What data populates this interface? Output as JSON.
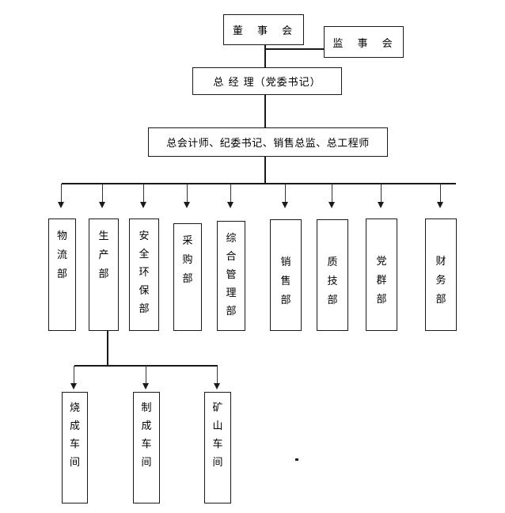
{
  "colors": {
    "line": "#1a1a1a",
    "background": "#ffffff",
    "text": "#000000"
  },
  "nodes": {
    "board": "董 事 会",
    "supervisory": "监 事 会",
    "general_manager": "总 经 理（党委书记）",
    "staff_line": "总会计师、纪委书记、销售总监、总工程师",
    "departments": [
      {
        "name": "物流部",
        "label": "物\n流\n部"
      },
      {
        "name": "生产部",
        "label": "生\n产\n部"
      },
      {
        "name": "安全环保部",
        "label": "安\n全\n环\n保\n部"
      },
      {
        "name": "采购部",
        "label": "采\n购\n部"
      },
      {
        "name": "综合管理部",
        "label": "综\n合\n管\n理\n部"
      },
      {
        "name": "销售部",
        "label": "销\n售\n部"
      },
      {
        "name": "质技部",
        "label": "质\n技\n部"
      },
      {
        "name": "党群部",
        "label": "党\n群\n部"
      },
      {
        "name": "财务部",
        "label": "财\n务\n部"
      }
    ],
    "workshops": [
      {
        "name": "烧成车间",
        "label": "烧\n成\n车\n间"
      },
      {
        "name": "制成车间",
        "label": "制\n成\n车\n间"
      },
      {
        "name": "矿山车间",
        "label": "矿\n山\n车\n间"
      }
    ]
  },
  "stray_mark": "."
}
